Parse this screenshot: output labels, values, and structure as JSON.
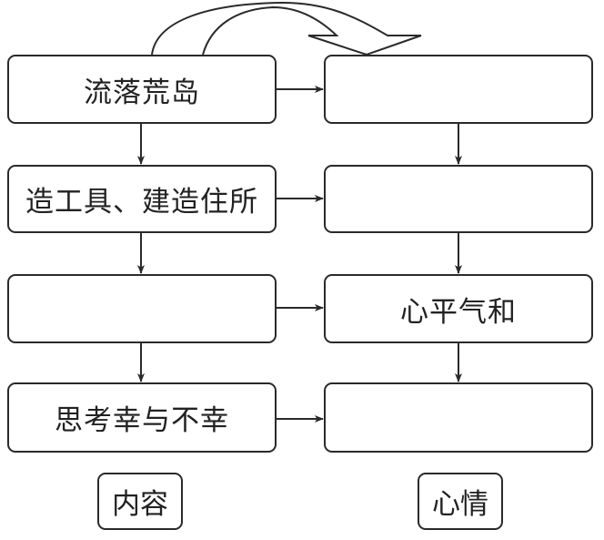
{
  "diagram": {
    "type": "flowchart",
    "columns": [
      {
        "label": "内容",
        "boxes": [
          "流落荒岛",
          "造工具、建造住所",
          "",
          "思考幸与不幸"
        ]
      },
      {
        "label": "心情",
        "boxes": [
          "",
          "",
          "心平气和",
          ""
        ]
      }
    ],
    "connections": [
      {
        "from": "content-0",
        "to": "mood-0",
        "style": "curved-block-arrow"
      },
      {
        "from": "content-0",
        "to": "mood-0",
        "style": "arrow"
      },
      {
        "from": "content-1",
        "to": "mood-1",
        "style": "arrow"
      },
      {
        "from": "content-2",
        "to": "mood-2",
        "style": "arrow"
      },
      {
        "from": "content-3",
        "to": "mood-3",
        "style": "arrow"
      },
      {
        "from": "content-0",
        "to": "content-1",
        "style": "arrow"
      },
      {
        "from": "content-1",
        "to": "content-2",
        "style": "arrow"
      },
      {
        "from": "content-2",
        "to": "content-3",
        "style": "arrow"
      },
      {
        "from": "mood-0",
        "to": "mood-1",
        "style": "arrow"
      },
      {
        "from": "mood-1",
        "to": "mood-2",
        "style": "arrow"
      },
      {
        "from": "mood-2",
        "to": "mood-3",
        "style": "arrow"
      }
    ],
    "colors": {
      "stroke": "#2a2a2a",
      "fill": "#ffffff",
      "text": "#222222"
    }
  }
}
